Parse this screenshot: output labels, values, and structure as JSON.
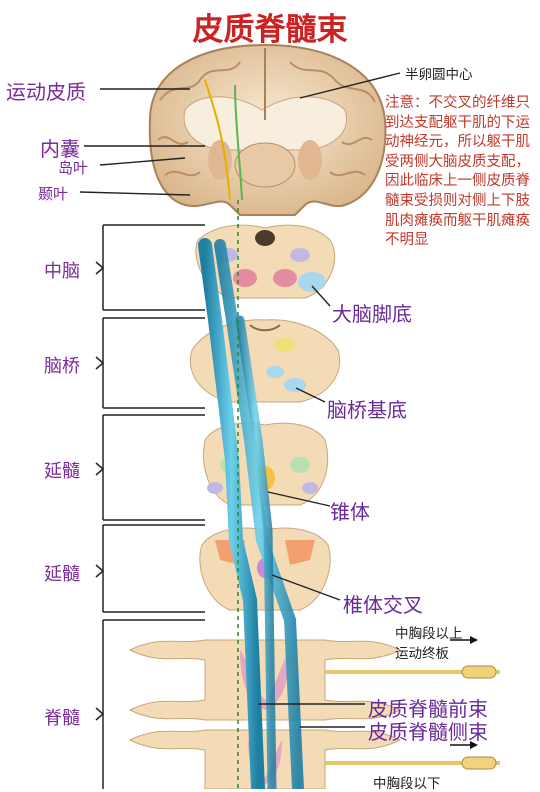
{
  "title": "皮质脊髓束",
  "labels": {
    "motor_cortex": "运动皮质",
    "internal_capsule": "内囊",
    "insula": "岛叶",
    "temporal_lobe": "颞叶",
    "centrum_semiovale": "半卵圆中心",
    "cerebral_peduncle_base": "大脑脚底",
    "pons_base": "脑桥基底",
    "pyramid": "锥体",
    "pyramidal_decussation": "椎体交叉",
    "mid_thoracic_above": "中胸段以上",
    "motor_end_plate": "运动终板",
    "anterior_tract": "皮质脊髓前束",
    "lateral_tract": "皮质脊髓侧束",
    "mid_thoracic_below": "中胸段以下"
  },
  "regions": {
    "midbrain": "中脑",
    "pons": "脑桥",
    "medulla_1": "延髓",
    "medulla_2": "延髓",
    "spinal_cord": "脊髓"
  },
  "note": "注意：不交叉的纤维只到达支配躯干肌的下运动神经元，所以躯干肌受两侧大脑皮质支配，因此临床上一侧皮质脊髓束受损则对侧上下肢肌肉瘫痪而躯干肌瘫痪不明显",
  "colors": {
    "title": "#cc2222",
    "label_purple": "#7a2a9a",
    "note_red": "#c0392b",
    "tissue": "#f3dcb5",
    "tract_blue": "#3aa6c8"
  }
}
